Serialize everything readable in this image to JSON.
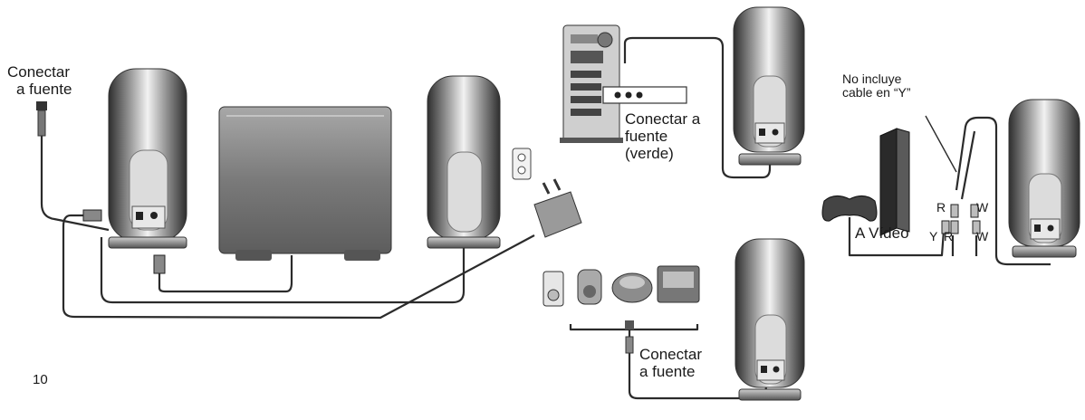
{
  "labels": {
    "connect_source_left": [
      "Conectar",
      "a fuente"
    ],
    "connect_source_green": [
      "Conectar a",
      "fuente",
      "(verde)"
    ],
    "y_cable_note": [
      "No incluye",
      "cable en “Y”"
    ],
    "connect_source_bottom": [
      "Conectar",
      "a fuente"
    ],
    "video_label": "A Vídeo",
    "jack_r_top": "R",
    "jack_w_top": "W",
    "jack_y": "Y",
    "jack_r_bottom": "R",
    "jack_w_bottom": "W"
  },
  "page_number": "10",
  "colors": {
    "line": "#2b2b2b",
    "speaker_dark": "#3a3a3a",
    "speaker_light": "#d9d9d9",
    "subwoofer": "#8a8a8a"
  }
}
